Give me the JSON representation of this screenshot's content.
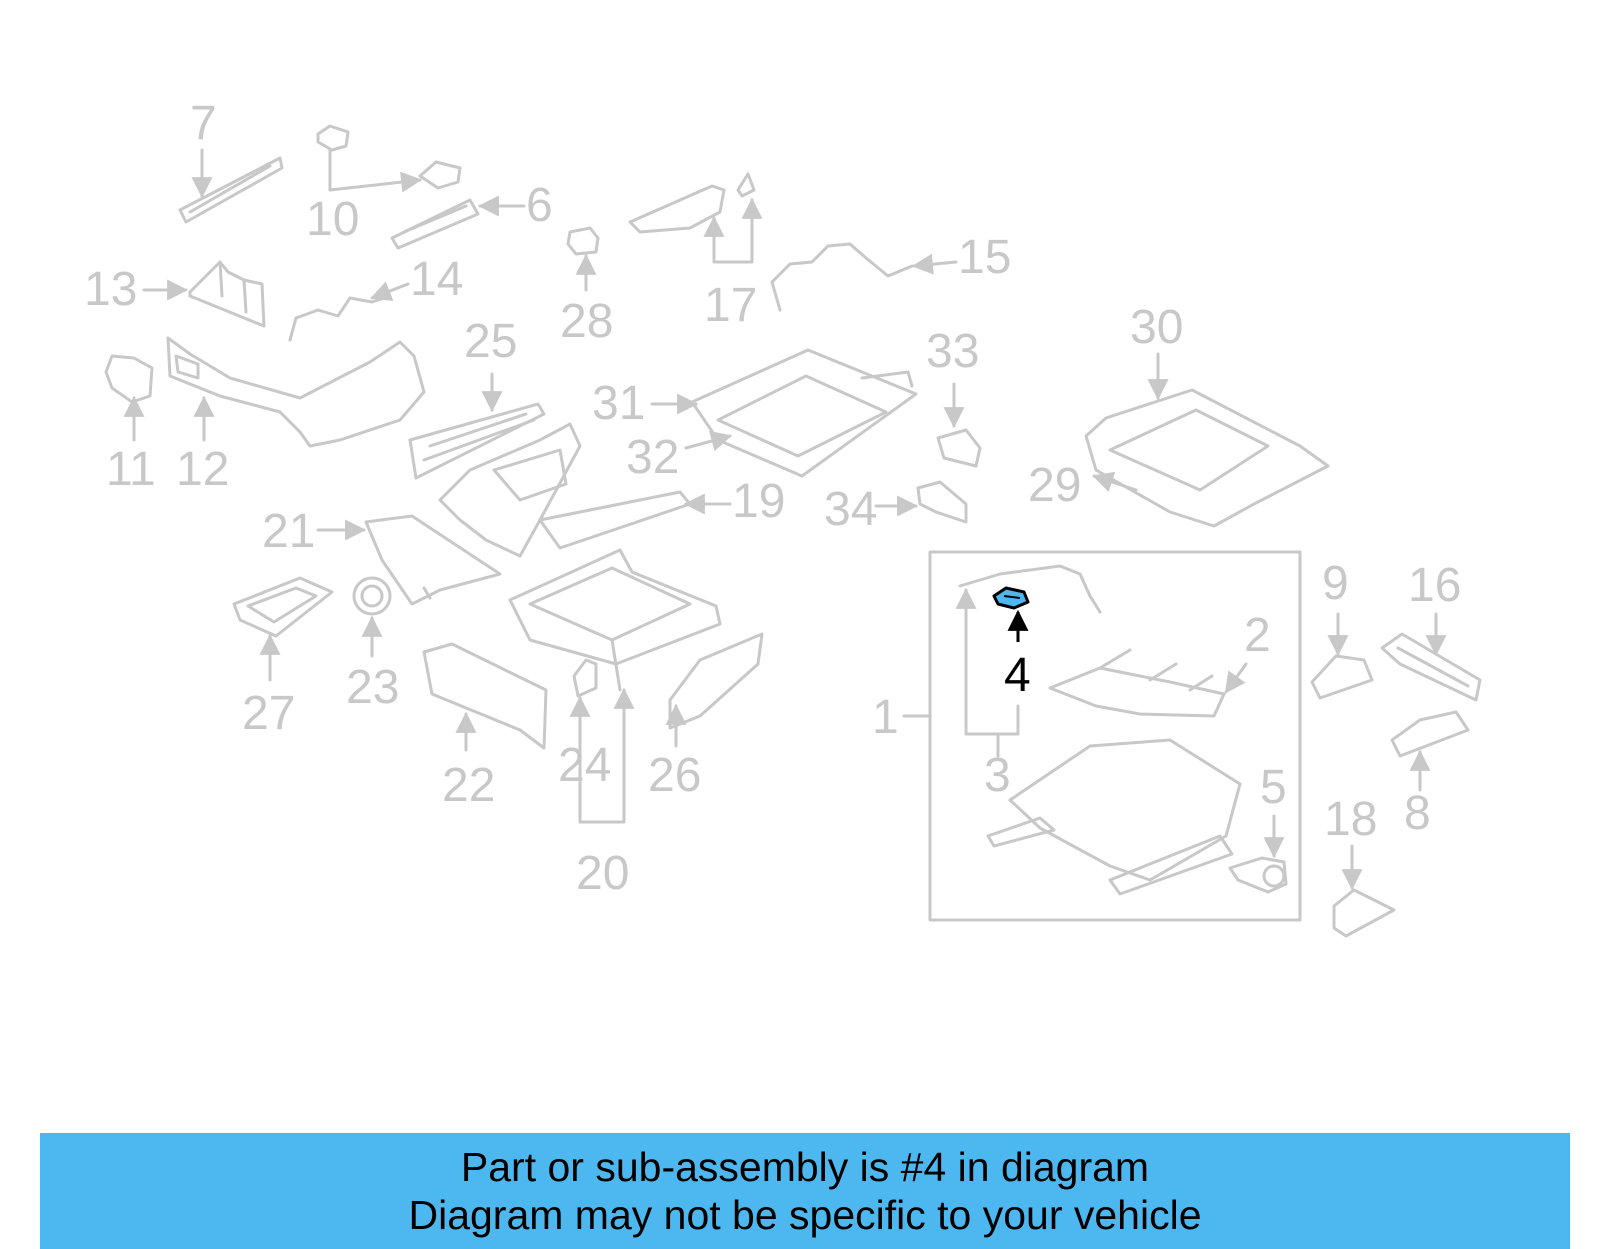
{
  "diagram": {
    "highlight_color": "#4db8f0",
    "part_color": "#c8c8c8",
    "active_callout": "4",
    "callouts": {
      "c1": "1",
      "c2": "2",
      "c3": "3",
      "c4": "4",
      "c5": "5",
      "c6": "6",
      "c7": "7",
      "c8": "8",
      "c9": "9",
      "c10": "10",
      "c11": "11",
      "c12": "12",
      "c13": "13",
      "c14": "14",
      "c15": "15",
      "c16": "16",
      "c17": "17",
      "c18": "18",
      "c19": "19",
      "c20": "20",
      "c21": "21",
      "c22": "22",
      "c23": "23",
      "c24": "24",
      "c25": "25",
      "c26": "26",
      "c27": "27",
      "c28": "28",
      "c29": "29",
      "c30": "30",
      "c31": "31",
      "c32": "32",
      "c33": "33",
      "c34": "34"
    }
  },
  "banner": {
    "line1": "Part or sub-assembly is #4 in diagram",
    "line2": "Diagram may not be specific to your vehicle",
    "background": "#4db8f0"
  }
}
